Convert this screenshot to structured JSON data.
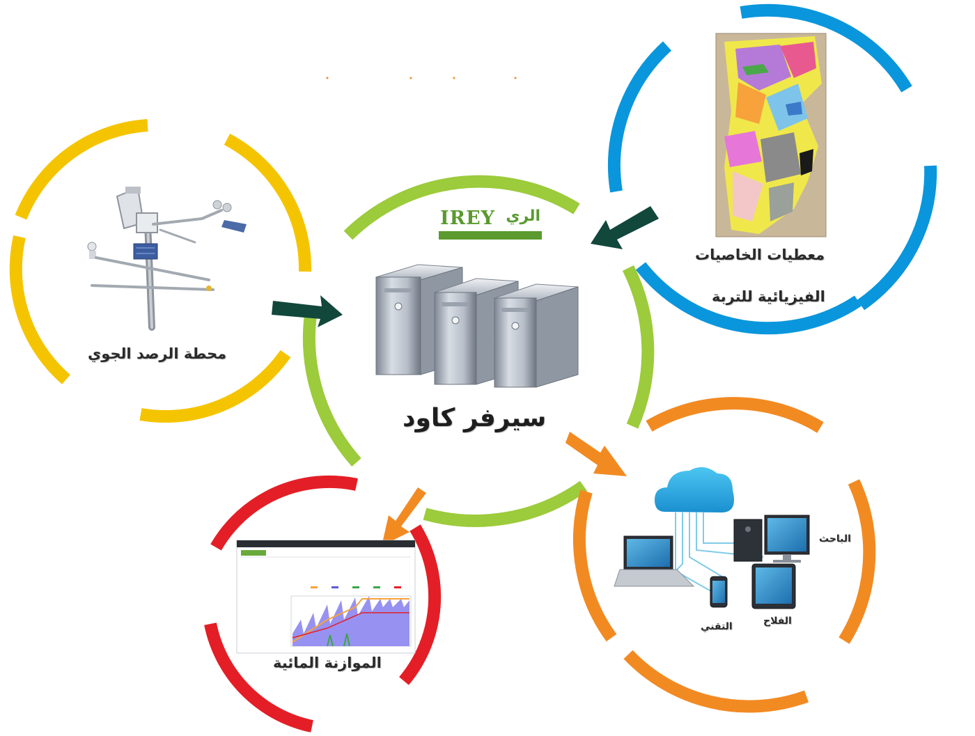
{
  "colors": {
    "weather_ring": "#f5c400",
    "soil_ring": "#0a96dc",
    "server_ring": "#9ccb3b",
    "users_ring": "#f28a22",
    "balance_ring": "#e41e26",
    "dark_arrow": "#12473c",
    "orange_arrow": "#f28a22"
  },
  "logo": {
    "text_en": "IREY",
    "text_ar": "الري"
  },
  "labels": {
    "server": "سيرفر كاود",
    "weather_station": "محطة الرصد الجوي",
    "soil_data_line1": "معطيات الخاصيات",
    "soil_data_line2": "الفيزيائية للتربة",
    "water_balance": "الموازنة المائية",
    "researcher": "الباحث",
    "farmer": "الفلاح",
    "technician": "التقني"
  },
  "icons": [
    "weather-station-icon",
    "server-tower-icon",
    "soil-map-icon",
    "cloud-icon",
    "laptop-icon",
    "desktop-icon",
    "tablet-icon",
    "phone-icon",
    "water-balance-chart-icon"
  ]
}
